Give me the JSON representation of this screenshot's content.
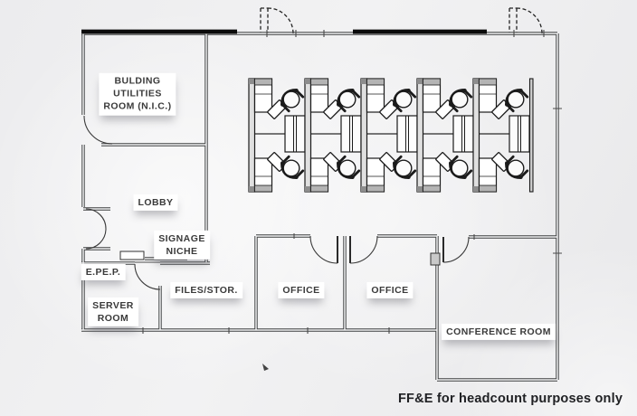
{
  "rooms": [
    {
      "id": "building-utilities-room",
      "label": "BULDING\nUTILITIES\nROOM (N.I.C.)"
    },
    {
      "id": "lobby",
      "label": "LOBBY"
    },
    {
      "id": "signage-niche",
      "label": "SIGNAGE\nNICHE"
    },
    {
      "id": "epep",
      "label": "E.PE.P."
    },
    {
      "id": "server-room",
      "label": "SERVER\nROOM"
    },
    {
      "id": "files-storage",
      "label": "FILES/STOR."
    },
    {
      "id": "office-1",
      "label": "OFFICE"
    },
    {
      "id": "office-2",
      "label": "OFFICE"
    },
    {
      "id": "conference-room",
      "label": "CONFERENCE ROOM"
    }
  ],
  "note": {
    "text": "FF&E for headcount purposes only"
  },
  "open_office": {
    "workstation_clusters": 5,
    "desks": 10,
    "chairs": 10,
    "storage_cabinets": 5
  },
  "colors": {
    "wall": "#3e4041",
    "solid_wall": "#0b0b0b",
    "label_text": "#3a3a3a",
    "background": "#ededee",
    "furniture_stroke": "#1b1b1b"
  }
}
